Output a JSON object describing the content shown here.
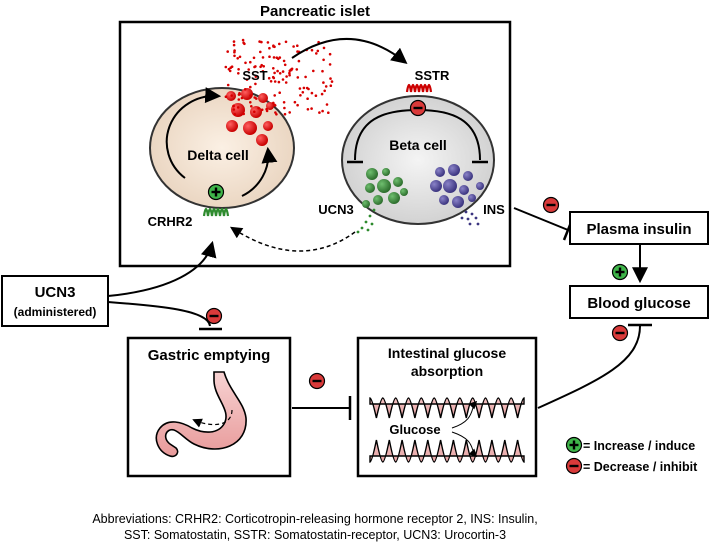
{
  "islet": {
    "title": "Pancreatic islet"
  },
  "delta": {
    "label": "Delta cell",
    "sst": "SST",
    "receptor": "CRHR2"
  },
  "beta": {
    "label": "Beta cell",
    "receptor": "SSTR",
    "ucn3": "UCN3",
    "ins": "INS"
  },
  "nodes": {
    "ucn3_title": "UCN3",
    "ucn3_sub": "(administered)",
    "plasma_insulin": "Plasma insulin",
    "blood_glucose": "Blood glucose",
    "gastric": "Gastric emptying",
    "intestinal_1": "Intestinal glucose",
    "intestinal_2": "absorption",
    "glucose": "Glucose"
  },
  "legend": {
    "increase": "= Increase / induce",
    "decrease": "= Decrease / inhibit",
    "plus_color": "#3fb54a",
    "minus_color": "#d93a3a"
  },
  "abbreviations": {
    "line1": "Abbreviations: CRHR2: Corticotropin-releasing hormone receptor 2, INS: Insulin,",
    "line2": "SST: Somatostatin, SSTR: Somatostatin-receptor, UCN3: Urocortin-3"
  }
}
